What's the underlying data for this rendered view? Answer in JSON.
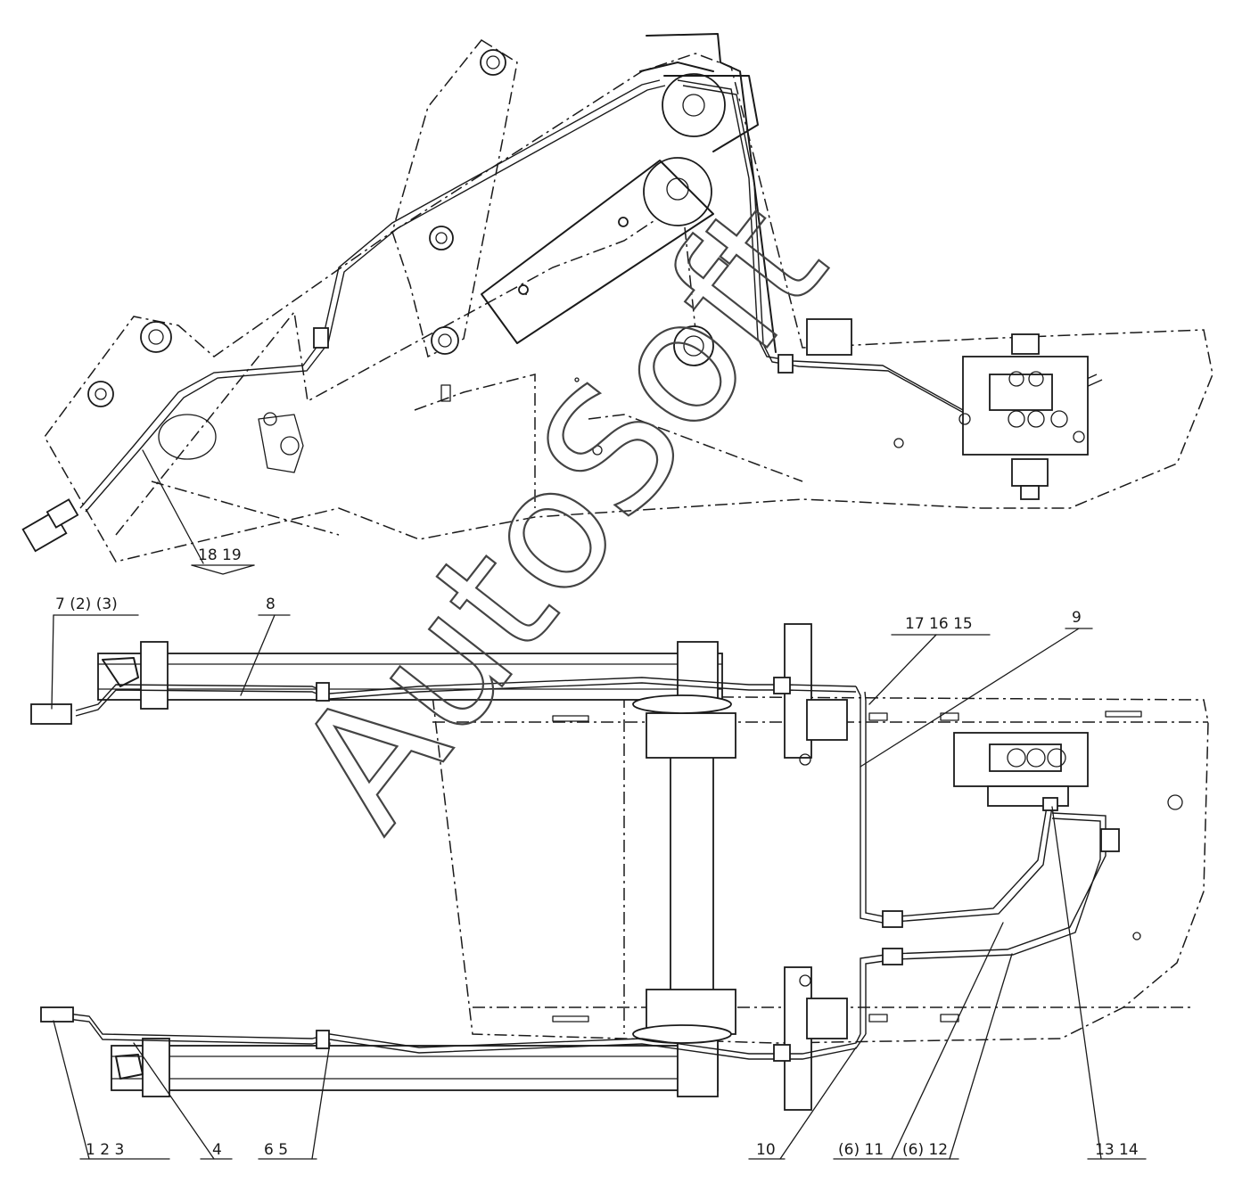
{
  "watermark": "AutoSoft",
  "callouts_upper": [
    {
      "id": "c-18-19",
      "text": "18  19"
    }
  ],
  "callouts_lower": [
    {
      "id": "c-7",
      "text": "7  (2)  (3)"
    },
    {
      "id": "c-8",
      "text": "8"
    },
    {
      "id": "c-17",
      "text": "17  16  15"
    },
    {
      "id": "c-9",
      "text": "9"
    },
    {
      "id": "c-1",
      "text": "1   2   3"
    },
    {
      "id": "c-4",
      "text": "4"
    },
    {
      "id": "c-6",
      "text": "6   5"
    },
    {
      "id": "c-10",
      "text": "10"
    },
    {
      "id": "c-6-11",
      "text": "(6)  11"
    },
    {
      "id": "c-6-12",
      "text": "(6)  12"
    },
    {
      "id": "c-13",
      "text": "13  14"
    }
  ],
  "colors": {
    "line": "#1a1a1a",
    "paper": "#ffffff"
  }
}
